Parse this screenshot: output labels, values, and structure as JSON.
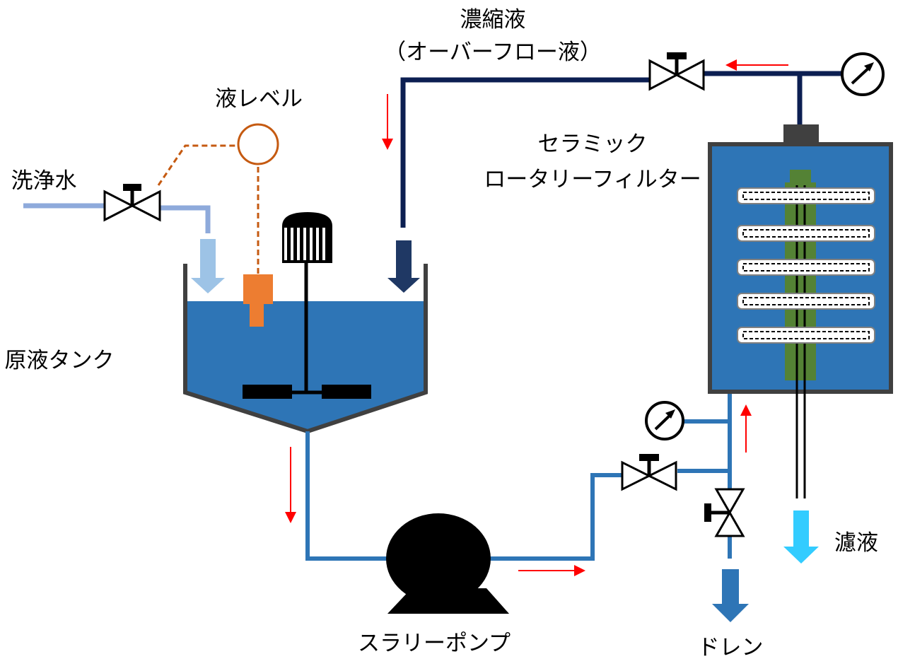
{
  "labels": {
    "concentrate": "濃縮液",
    "overflow": "（オーバーフロー液）",
    "liquid_level": "液レベル",
    "wash_water": "洗浄水",
    "filter_name_line1": "セラミック",
    "filter_name_line2": "ロータリーフィルター",
    "raw_tank": "原液タンク",
    "filtrate": "濾液",
    "slurry_pump": "スラリーポンプ",
    "drain": "ドレン"
  },
  "colors": {
    "tank_liquid": "#2e75b6",
    "slurry_pipe": "#2e75b6",
    "concentrate_pipe": "#0c1f52",
    "wash_pipe": "#8eaadb",
    "wash_arrow": "#9dc3e6",
    "level_sensor": "#ed7d31",
    "level_line": "#c55a11",
    "filter_shaft": "#548235",
    "filtrate_arrow": "#33ccff",
    "flow_arrow": "#ff0000"
  }
}
